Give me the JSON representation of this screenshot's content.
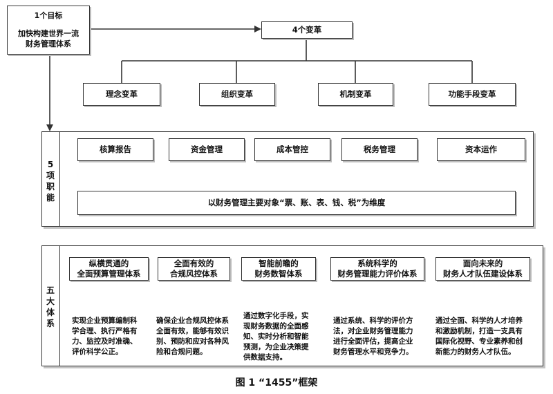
{
  "goal": {
    "title": "1个目标",
    "line1": "加快构建世界一流",
    "line2": "财务管理体系"
  },
  "changes": {
    "title": "4个变革",
    "items": [
      "理念变革",
      "组织变革",
      "机制变革",
      "功能手段变革"
    ]
  },
  "functions": {
    "label": "5项职能",
    "items": [
      "核算报告",
      "资金管理",
      "成本管控",
      "税务管理",
      "资本运作"
    ],
    "base": "以财务管理主要对象“票、账、表、钱、税”为维度"
  },
  "systems": {
    "label": "五大体系",
    "items": [
      {
        "title_line1": "纵横贯通的",
        "title_line2": "全面预算管理体系",
        "desc": [
          "实现企业预算编制科",
          "学合理、执行严格有",
          "力、监控及时准确、",
          "评价科学公正。"
        ]
      },
      {
        "title_line1": "全面有效的",
        "title_line2": "合规风控体系",
        "desc": [
          "确保企业合规风控体系",
          "全面有效，能够有效识",
          "别、预防和应对各种风",
          "险和合规问题。"
        ]
      },
      {
        "title_line1": "智能前瞻的",
        "title_line2": "财务数智体系",
        "desc": [
          "通过数字化手段，实",
          "现财务数据的全面感",
          "知、实时分析和智能",
          "预测，为企业决策提",
          "供数据支持。"
        ]
      },
      {
        "title_line1": "系统科学的",
        "title_line2": "财务管理能力评价体系",
        "desc": [
          "通过系统、科学的评价方",
          "法，对企业财务管理能力",
          "进行全面评估，提高企业",
          "财务管理水平和竞争力。"
        ]
      },
      {
        "title_line1": "面向未来的",
        "title_line2": "财务人才队伍建设体系",
        "desc": [
          "通过全面、科学的人才培养",
          "和激励机制，打造一支具有",
          "国际化视野、专业素养和创",
          "新能力的财务人才队伍。"
        ]
      }
    ]
  },
  "caption": "图 1 “1455”框架"
}
